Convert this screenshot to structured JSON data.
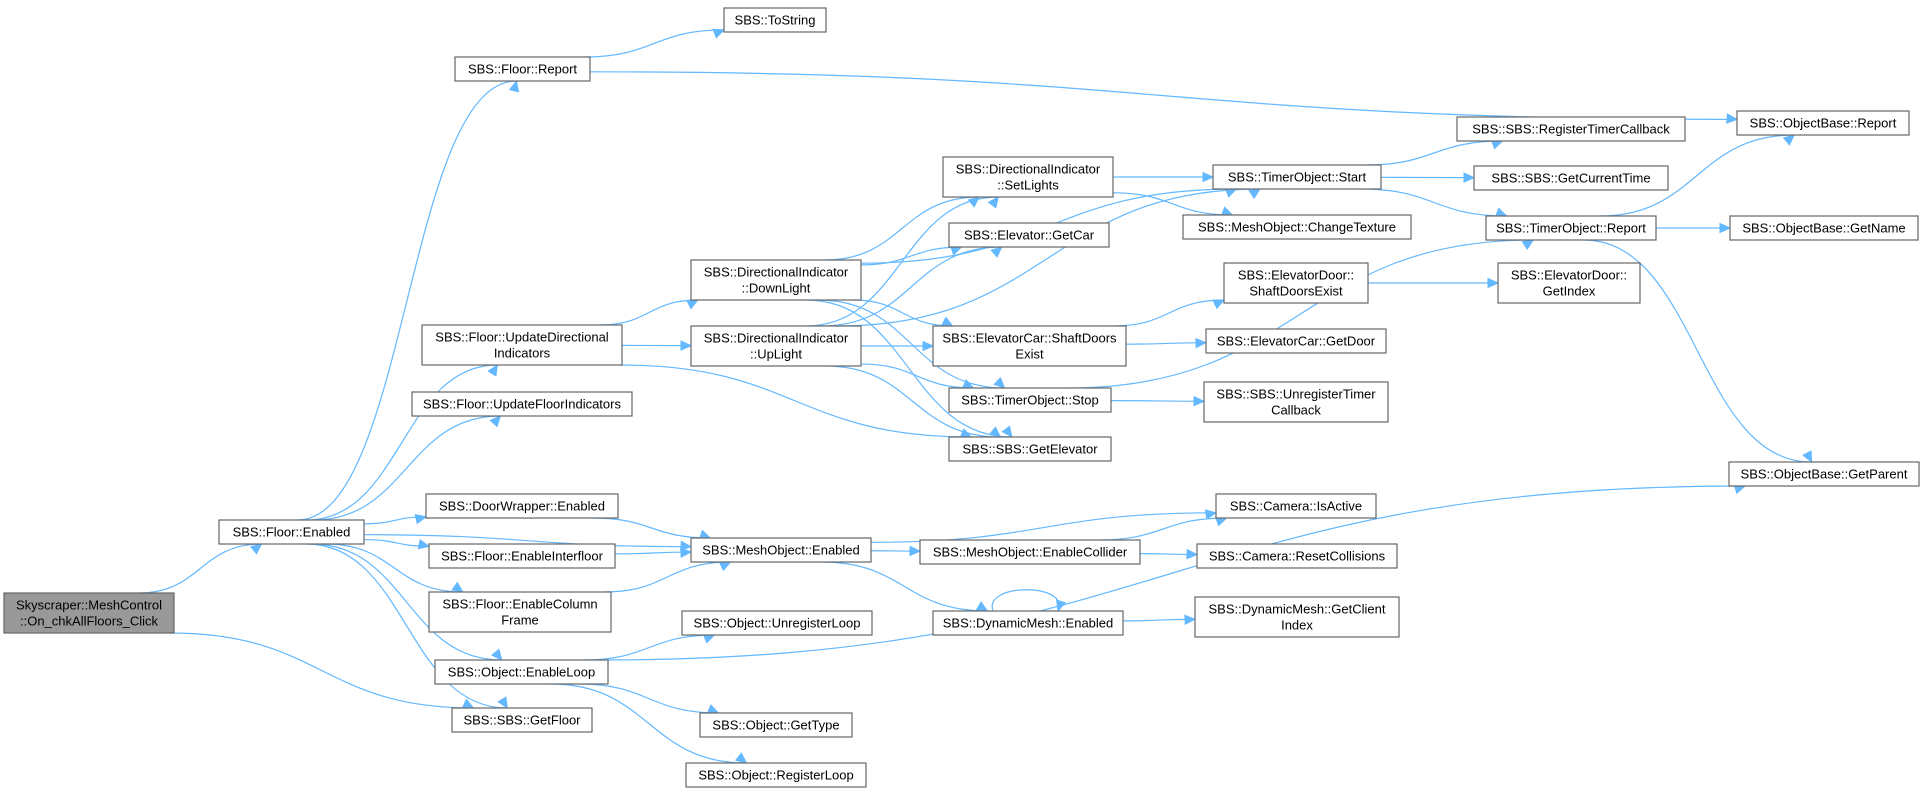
{
  "colors": {
    "edge": "#63b8ff",
    "node_border": "#666666",
    "root_fill": "#999999",
    "node_fill": "#ffffff"
  },
  "nodes": [
    {
      "id": "root",
      "lines": [
        "Skyscraper::MeshControl",
        "::On_chkAllFloors_Click"
      ],
      "root": true
    },
    {
      "id": "floor_enabled",
      "lines": [
        "SBS::Floor::Enabled"
      ]
    },
    {
      "id": "floor_report",
      "lines": [
        "SBS::Floor::Report"
      ]
    },
    {
      "id": "tostring",
      "lines": [
        "SBS::ToString"
      ]
    },
    {
      "id": "update_dir",
      "lines": [
        "SBS::Floor::UpdateDirectional",
        "Indicators"
      ]
    },
    {
      "id": "update_floor_ind",
      "lines": [
        "SBS::Floor::UpdateFloorIndicators"
      ]
    },
    {
      "id": "doorwrapper_enabled",
      "lines": [
        "SBS::DoorWrapper::Enabled"
      ]
    },
    {
      "id": "enable_interfloor",
      "lines": [
        "SBS::Floor::EnableInterfloor"
      ]
    },
    {
      "id": "enable_column",
      "lines": [
        "SBS::Floor::EnableColumn",
        "Frame"
      ]
    },
    {
      "id": "enable_loop",
      "lines": [
        "SBS::Object::EnableLoop"
      ]
    },
    {
      "id": "getfloor",
      "lines": [
        "SBS::SBS::GetFloor"
      ]
    },
    {
      "id": "downlight",
      "lines": [
        "SBS::DirectionalIndicator",
        "::DownLight"
      ]
    },
    {
      "id": "uplight",
      "lines": [
        "SBS::DirectionalIndicator",
        "::UpLight"
      ]
    },
    {
      "id": "mesh_enabled",
      "lines": [
        "SBS::MeshObject::Enabled"
      ]
    },
    {
      "id": "unregister_loop",
      "lines": [
        "SBS::Object::UnregisterLoop"
      ]
    },
    {
      "id": "gettype",
      "lines": [
        "SBS::Object::GetType"
      ]
    },
    {
      "id": "register_loop",
      "lines": [
        "SBS::Object::RegisterLoop"
      ]
    },
    {
      "id": "setlights",
      "lines": [
        "SBS::DirectionalIndicator",
        "::SetLights"
      ]
    },
    {
      "id": "getcar",
      "lines": [
        "SBS::Elevator::GetCar"
      ]
    },
    {
      "id": "shaftdoors",
      "lines": [
        "SBS::ElevatorCar::ShaftDoors",
        "Exist"
      ]
    },
    {
      "id": "timer_stop",
      "lines": [
        "SBS::TimerObject::Stop"
      ]
    },
    {
      "id": "getelevator",
      "lines": [
        "SBS::SBS::GetElevator"
      ]
    },
    {
      "id": "enable_collider",
      "lines": [
        "SBS::MeshObject::EnableCollider"
      ]
    },
    {
      "id": "dyn_enabled",
      "lines": [
        "SBS::DynamicMesh::Enabled"
      ]
    },
    {
      "id": "timer_start",
      "lines": [
        "SBS::TimerObject::Start"
      ]
    },
    {
      "id": "change_texture",
      "lines": [
        "SBS::MeshObject::ChangeTexture"
      ]
    },
    {
      "id": "door_shaftexist",
      "lines": [
        "SBS::ElevatorDoor::",
        "ShaftDoorsExist"
      ]
    },
    {
      "id": "getdoor",
      "lines": [
        "SBS::ElevatorCar::GetDoor"
      ]
    },
    {
      "id": "unregister_timer",
      "lines": [
        "SBS::SBS::UnregisterTimer",
        "Callback"
      ]
    },
    {
      "id": "isactive",
      "lines": [
        "SBS::Camera::IsActive"
      ]
    },
    {
      "id": "reset_coll",
      "lines": [
        "SBS::Camera::ResetCollisions"
      ]
    },
    {
      "id": "getclientindex",
      "lines": [
        "SBS::DynamicMesh::GetClient",
        "Index"
      ]
    },
    {
      "id": "register_timer",
      "lines": [
        "SBS::SBS::RegisterTimerCallback"
      ]
    },
    {
      "id": "getcurrenttime",
      "lines": [
        "SBS::SBS::GetCurrentTime"
      ]
    },
    {
      "id": "timer_report",
      "lines": [
        "SBS::TimerObject::Report"
      ]
    },
    {
      "id": "door_getindex",
      "lines": [
        "SBS::ElevatorDoor::",
        "GetIndex"
      ]
    },
    {
      "id": "ob_report",
      "lines": [
        "SBS::ObjectBase::Report"
      ]
    },
    {
      "id": "ob_getname",
      "lines": [
        "SBS::ObjectBase::GetName"
      ]
    },
    {
      "id": "ob_getparent",
      "lines": [
        "SBS::ObjectBase::GetParent"
      ]
    }
  ],
  "edges": [
    [
      "root",
      "floor_enabled"
    ],
    [
      "root",
      "getfloor"
    ],
    [
      "floor_enabled",
      "floor_report"
    ],
    [
      "floor_enabled",
      "update_dir"
    ],
    [
      "floor_enabled",
      "update_floor_ind"
    ],
    [
      "floor_enabled",
      "mesh_enabled"
    ],
    [
      "floor_enabled",
      "doorwrapper_enabled"
    ],
    [
      "floor_enabled",
      "enable_interfloor"
    ],
    [
      "floor_enabled",
      "enable_column"
    ],
    [
      "floor_enabled",
      "enable_loop"
    ],
    [
      "floor_enabled",
      "getfloor"
    ],
    [
      "floor_report",
      "tostring"
    ],
    [
      "floor_report",
      "ob_report"
    ],
    [
      "update_dir",
      "downlight"
    ],
    [
      "update_dir",
      "uplight"
    ],
    [
      "update_dir",
      "getelevator"
    ],
    [
      "doorwrapper_enabled",
      "mesh_enabled"
    ],
    [
      "enable_interfloor",
      "mesh_enabled"
    ],
    [
      "enable_column",
      "mesh_enabled"
    ],
    [
      "enable_loop",
      "unregister_loop"
    ],
    [
      "enable_loop",
      "gettype"
    ],
    [
      "enable_loop",
      "register_loop"
    ],
    [
      "enable_loop",
      "ob_getparent"
    ],
    [
      "downlight",
      "timer_start"
    ],
    [
      "downlight",
      "setlights"
    ],
    [
      "downlight",
      "getcar"
    ],
    [
      "downlight",
      "shaftdoors"
    ],
    [
      "downlight",
      "timer_stop"
    ],
    [
      "downlight",
      "getelevator"
    ],
    [
      "uplight",
      "setlights"
    ],
    [
      "uplight",
      "getcar"
    ],
    [
      "uplight",
      "timer_start"
    ],
    [
      "uplight",
      "shaftdoors"
    ],
    [
      "uplight",
      "timer_stop"
    ],
    [
      "uplight",
      "getelevator"
    ],
    [
      "mesh_enabled",
      "isactive"
    ],
    [
      "mesh_enabled",
      "enable_collider"
    ],
    [
      "mesh_enabled",
      "dyn_enabled"
    ],
    [
      "setlights",
      "timer_start"
    ],
    [
      "setlights",
      "change_texture"
    ],
    [
      "shaftdoors",
      "door_shaftexist"
    ],
    [
      "shaftdoors",
      "getdoor"
    ],
    [
      "timer_stop",
      "unregister_timer"
    ],
    [
      "timer_stop",
      "timer_report"
    ],
    [
      "enable_collider",
      "isactive"
    ],
    [
      "enable_collider",
      "reset_coll"
    ],
    [
      "dyn_enabled",
      "dyn_enabled"
    ],
    [
      "dyn_enabled",
      "getclientindex"
    ],
    [
      "timer_start",
      "register_timer"
    ],
    [
      "timer_start",
      "getcurrenttime"
    ],
    [
      "timer_start",
      "timer_report"
    ],
    [
      "door_shaftexist",
      "door_getindex"
    ],
    [
      "timer_report",
      "ob_report"
    ],
    [
      "timer_report",
      "ob_getname"
    ],
    [
      "timer_report",
      "ob_getparent"
    ]
  ]
}
